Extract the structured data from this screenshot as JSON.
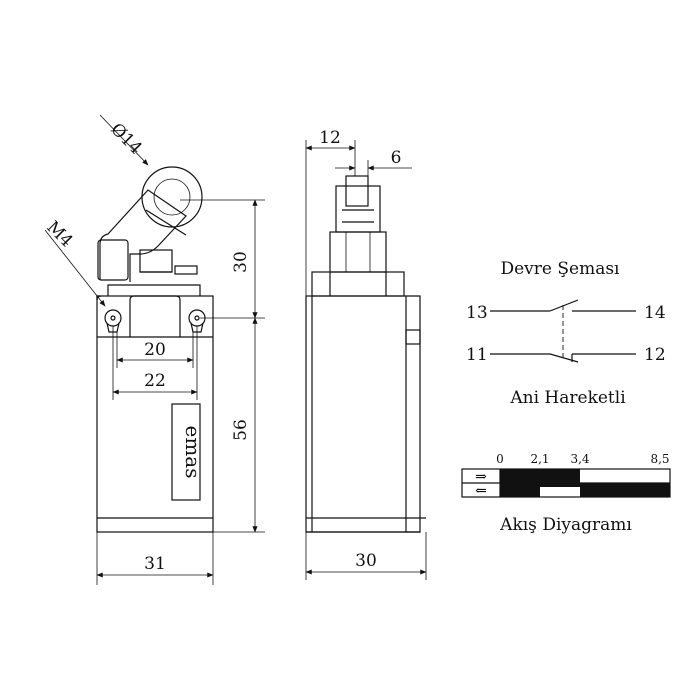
{
  "front_view": {
    "dim_roller_diameter": "Ø14",
    "dim_thread": "M4",
    "dim_height_actuator": "30",
    "dim_height_body": "56",
    "dim_hole_spacing_inner": "20",
    "dim_hole_spacing_outer": "22",
    "dim_width": "31",
    "logo": "emas"
  },
  "side_view": {
    "dim_plunger": "12",
    "dim_offset": "6",
    "dim_depth": "30"
  },
  "circuit": {
    "title": "Devre Şeması",
    "terminal_13": "13",
    "terminal_14": "14",
    "terminal_11": "11",
    "terminal_12": "12",
    "action": "Ani Hareketli"
  },
  "flow": {
    "title": "Akış Diyagramı",
    "ticks": [
      "0",
      "2,1",
      "3,4",
      "8,5"
    ],
    "contacts": [
      {
        "from": 0,
        "to": 2.1,
        "closed": true
      },
      {
        "from": 3.4,
        "to": 8.5,
        "closed": true
      }
    ]
  }
}
